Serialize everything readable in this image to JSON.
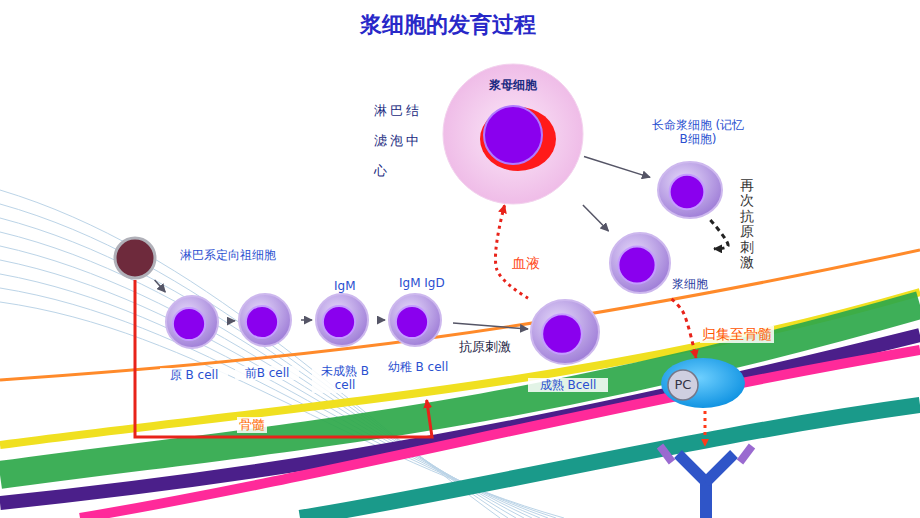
{
  "diagram": {
    "title": "浆细胞的发育过程",
    "nodes": [
      {
        "text": [
          "浆母细胞"
        ]
      },
      {
        "text": [
          "淋巴系定向祖细胞"
        ]
      },
      {
        "text": [
          "原 B cell"
        ]
      },
      {
        "text": [
          "前B cell"
        ]
      },
      {
        "text": [
          "IgM",
          "未成熟 B cell"
        ]
      },
      {
        "text": [
          "IgM IgD",
          "幼稚 B cell"
        ]
      },
      {
        "text": [
          "成熟 Bcell"
        ]
      },
      {
        "text": [
          "长命浆细胞 (记忆B细胞)"
        ]
      },
      {
        "text": [
          "浆细胞"
        ]
      },
      {
        "text": [
          "PC"
        ]
      }
    ],
    "edges": [
      {
        "from": 1,
        "to": 2,
        "arrow": "to"
      },
      {
        "from": 2,
        "to": 3,
        "arrow": "to"
      },
      {
        "from": 3,
        "to": 4,
        "arrow": "to"
      },
      {
        "from": 4,
        "to": 5,
        "arrow": "to"
      },
      {
        "from": 5,
        "to": 6,
        "label": "抗原刺激",
        "arrow": "to"
      },
      {
        "from": 6,
        "to": 0,
        "label": "血液",
        "arrow": "to"
      },
      {
        "from": 0,
        "to": 7,
        "arrow": "to"
      },
      {
        "from": 0,
        "to": 8,
        "arrow": "to"
      },
      {
        "from": 7,
        "to": 8,
        "label": "再次抗原刺激",
        "arrow": "to"
      },
      {
        "from": 8,
        "to": 9,
        "label": "归集至骨髓",
        "arrow": "to"
      },
      {
        "from": 1,
        "to": 5,
        "label": "骨髓",
        "arrow": "to"
      }
    ],
    "labels": [
      "淋巴结 滤泡中心"
    ]
  }
}
